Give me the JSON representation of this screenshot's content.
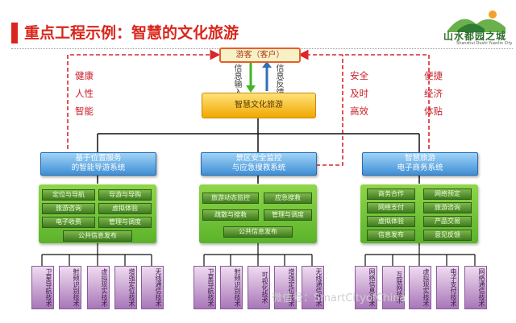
{
  "title": "重点工程示例：智慧的文化旅游",
  "logo": {
    "text": "山水都园之城",
    "subtitle": "Shanshui Dushi Yuanlin City"
  },
  "visitor_label": "游客（客户）",
  "arrows": {
    "input": "信息输入",
    "feedback": "信息反馈"
  },
  "core_label": "智慧文化旅游",
  "left_benefits": [
    "健康",
    "人性",
    "智能"
  ],
  "right_benefits_a": [
    "安全",
    "及时",
    "高效"
  ],
  "right_benefits_b": [
    "便捷",
    "经济",
    "体贴"
  ],
  "systems": [
    {
      "name_line1": "基于位置服务",
      "name_line2": "的智能导游系统",
      "modules": [
        "定位与导航",
        "导游与导购",
        "旅游咨询",
        "虚拟体验",
        "电子收费",
        "管理与调度",
        "公共信息发布"
      ],
      "techs": [
        "卫星导航技术",
        "射频识别技术",
        "虚拟现实技术",
        "增强定位技术",
        "无线通信技术"
      ]
    },
    {
      "name_line1": "景区安全监控",
      "name_line2": "与应急搜救系统",
      "modules": [
        "旅游动态监控",
        "应急搜救",
        "疏散与搜救",
        "管理与调度",
        "公共信息发布"
      ],
      "techs": [
        "卫星导航技术",
        "射频识别技术",
        "可视化技术",
        "增强定位技术",
        "无线通信技术"
      ]
    },
    {
      "name_line1": "智慧旅游",
      "name_line2": "电子商务系统",
      "modules": [
        "商务合作",
        "网络预定",
        "网络支付",
        "旅游咨询",
        "虚拟体验",
        "产品交易",
        "信息发布",
        "意见反馈"
      ],
      "techs": [
        "网络信息技术",
        "互联网技术",
        "虚拟现实技术",
        "电子支付技术",
        "网络通信技术"
      ]
    }
  ],
  "watermark": "微信号：SmartCityofChina",
  "colors": {
    "accent": "#d9261c",
    "dashed": "#d9262c",
    "system": "#3f8fd6",
    "panel": "#6cc233",
    "tech": "#b78cc6"
  }
}
